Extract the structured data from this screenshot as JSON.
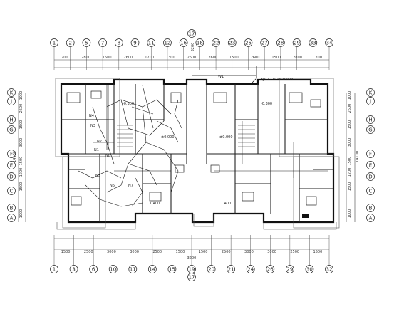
{
  "drawing": {
    "top_axes": [
      "1",
      "2",
      "5",
      "7",
      "8",
      "9",
      "11",
      "12",
      "16",
      "18",
      "22",
      "23",
      "25",
      "27",
      "28",
      "29",
      "33",
      "34"
    ],
    "top_dims": [
      "700",
      "2800",
      "1500",
      "2600",
      "1700",
      "1300",
      "2600",
      "2600",
      "1500",
      "2600",
      "1500",
      "2800",
      "700"
    ],
    "top_center": {
      "axis": "17",
      "dim": "3200"
    },
    "bottom_axes": [
      "1",
      "3",
      "6",
      "10",
      "11",
      "14",
      "15",
      "19",
      "20",
      "21",
      "24",
      "26",
      "29",
      "30",
      "32"
    ],
    "bottom_dims": [
      "1500",
      "2500",
      "3000",
      "3000",
      "2500",
      "1500",
      "1500",
      "2500",
      "3000",
      "3000",
      "2500",
      "1500"
    ],
    "bottom_center": {
      "axis": "17",
      "dim": "3200"
    },
    "left_axes": [
      "K",
      "J",
      "H",
      "G",
      "F",
      "E",
      "D",
      "C",
      "B",
      "A"
    ],
    "right_axes": [
      "K",
      "J",
      "H",
      "G",
      "F",
      "E",
      "D",
      "C",
      "B",
      "A"
    ],
    "side_dims": [
      "1000",
      "2600",
      "1500",
      "3000",
      "1500",
      "1200",
      "1500",
      "1000"
    ],
    "side_total": "14100",
    "annotations": {
      "feeder": "YJV-4?20 SC100 FC",
      "w1": "W1",
      "n4": "N4",
      "n3": "N3",
      "n2": "N2",
      "n1": "N1",
      "n5": "N5",
      "n6": "N6",
      "n7": "N7",
      "n8": "N8",
      "elev1": "-0.300",
      "elev2": "-0.300",
      "elev3": "±0.000",
      "elev4": "±0.000",
      "elev5": "1.400",
      "elev6": "1.400"
    }
  }
}
